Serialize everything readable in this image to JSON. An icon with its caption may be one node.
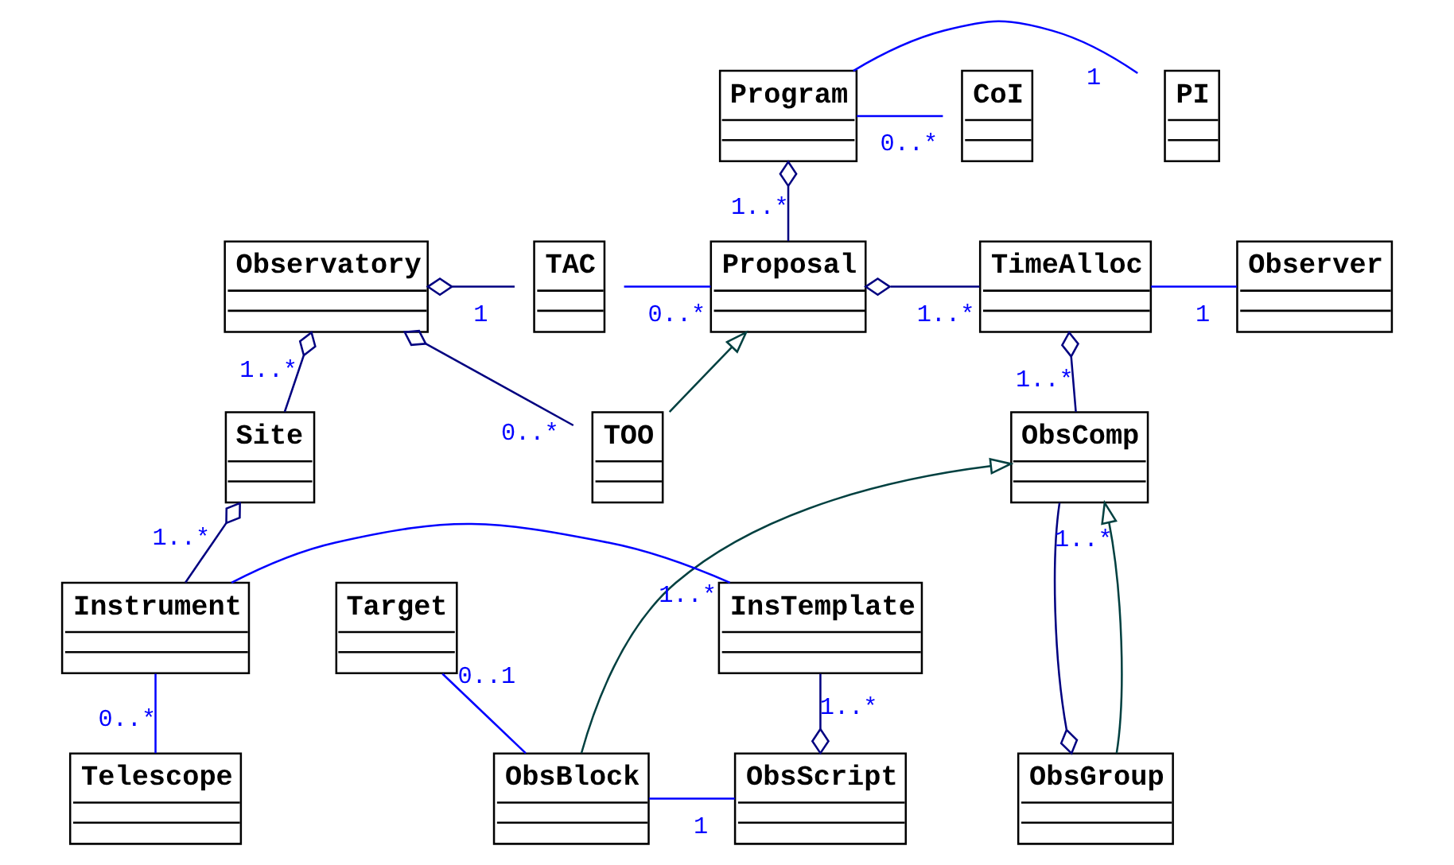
{
  "diagram": {
    "nodes": [
      {
        "text": [
          "PI"
        ]
      },
      {
        "text": [
          "Program"
        ]
      },
      {
        "text": [
          "CoI"
        ]
      },
      {
        "text": [
          "Observatory"
        ]
      },
      {
        "text": [
          "TAC"
        ]
      },
      {
        "text": [
          "Proposal"
        ]
      },
      {
        "text": [
          "TimeAlloc"
        ]
      },
      {
        "text": [
          "Observer"
        ]
      },
      {
        "text": [
          "Site"
        ]
      },
      {
        "text": [
          "TOO"
        ]
      },
      {
        "text": [
          "ObsComp"
        ]
      },
      {
        "text": [
          "Telescope"
        ]
      },
      {
        "text": [
          "ObsScript"
        ]
      },
      {
        "text": [
          "ObsBlock"
        ]
      },
      {
        "text": [
          "ObsGroup"
        ]
      },
      {
        "text": [
          "Instrument"
        ]
      },
      {
        "text": [
          "InsTemplate"
        ]
      },
      {
        "text": [
          "Target"
        ]
      }
    ],
    "edges": [
      {
        "from": 1,
        "to": 0,
        "arrow": "none",
        "label": "1",
        "color": "#0000ff"
      },
      {
        "from": 1,
        "to": 2,
        "arrow": "none",
        "label": "0..*",
        "color": "#0000ff"
      },
      {
        "from": 1,
        "to": 5,
        "arrow": "other",
        "label": "1..*"
      },
      {
        "from": 3,
        "to": 4,
        "arrow": "other",
        "label": "1"
      },
      {
        "from": 4,
        "to": 5,
        "arrow": "none",
        "label": "0..*",
        "color": "#0000ff"
      },
      {
        "from": 5,
        "to": 6,
        "arrow": "other",
        "label": "1..*"
      },
      {
        "from": 6,
        "to": 7,
        "arrow": "none",
        "label": "1",
        "color": "#0000ff"
      },
      {
        "from": 3,
        "to": 8,
        "arrow": "other",
        "label": "1..*"
      },
      {
        "from": 3,
        "to": 9,
        "arrow": "other",
        "label": "0..*"
      },
      {
        "from": 9,
        "to": 5,
        "arrow": "to",
        "color": "#004040"
      },
      {
        "from": 6,
        "to": 10,
        "arrow": "other",
        "label": "1..*"
      },
      {
        "from": 14,
        "to": 10,
        "arrow": "other",
        "label": "1..*"
      },
      {
        "from": 13,
        "to": 10,
        "arrow": "to",
        "color": "#004040"
      },
      {
        "from": 14,
        "to": 10,
        "arrow": "to",
        "color": "#004040"
      },
      {
        "from": 13,
        "to": 12,
        "arrow": "none",
        "label": "1",
        "color": "#0000ff"
      },
      {
        "from": 13,
        "to": 17,
        "arrow": "none",
        "label": "0..1",
        "color": "#0000ff"
      },
      {
        "from": 12,
        "to": 16,
        "arrow": "other",
        "label": "1..*"
      },
      {
        "from": 8,
        "to": 15,
        "arrow": "other",
        "label": "1..*"
      },
      {
        "from": 15,
        "to": 11,
        "arrow": "none",
        "label": "0..*",
        "color": "#0000ff"
      },
      {
        "from": 15,
        "to": 16,
        "arrow": "none",
        "label": "1..*",
        "color": "#0000ff"
      }
    ]
  }
}
